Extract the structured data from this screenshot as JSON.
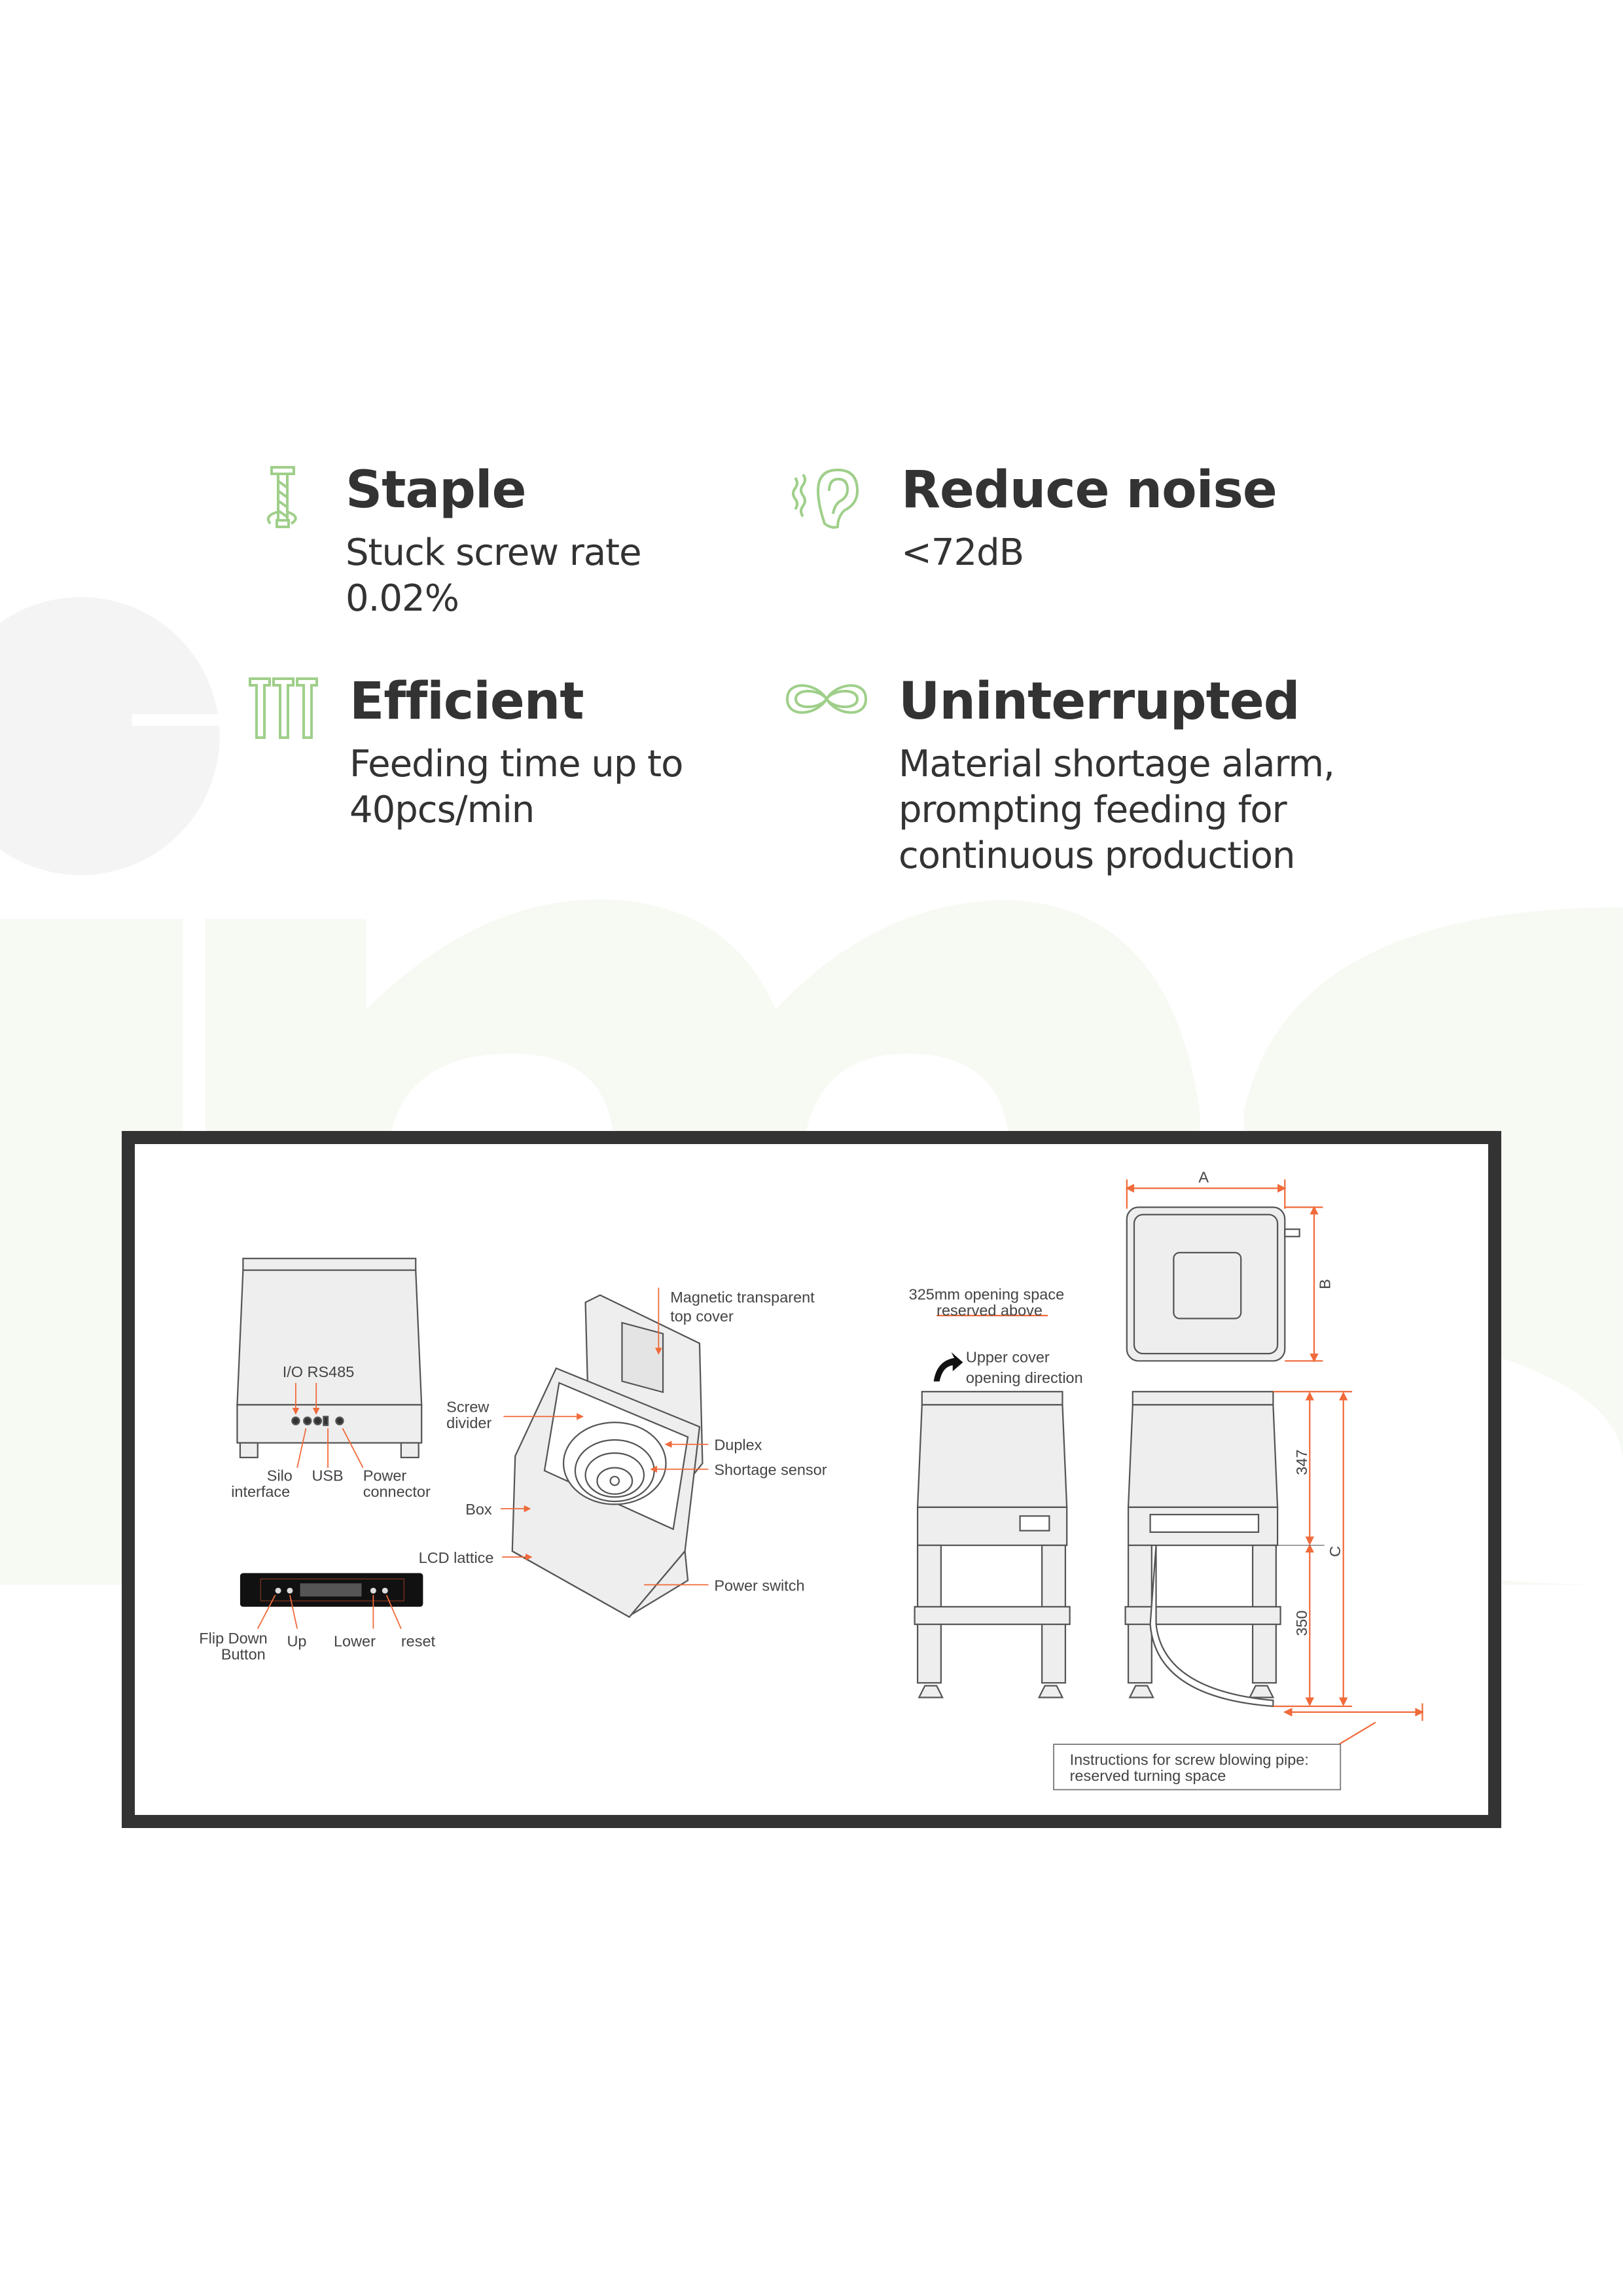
{
  "features": [
    {
      "title": "Staple",
      "desc_lines": [
        "Stuck screw rate",
        "0.02%"
      ],
      "icon": "screw-icon"
    },
    {
      "title": "Reduce noise",
      "desc_lines": [
        "<72dB"
      ],
      "icon": "ear-icon"
    },
    {
      "title": "Efficient",
      "desc_lines": [
        "Feeding time up to",
        "40pcs/min"
      ],
      "icon": "screws-icon"
    },
    {
      "title": "Uninterrupted",
      "desc_lines": [
        "Material shortage alarm,",
        "prompting feeding for",
        "continuous production"
      ],
      "icon": "infinity-icon"
    }
  ],
  "colors": {
    "accent_green": "#9fcf8a",
    "dimension_orange": "#f06a3a",
    "frame": "#333333"
  },
  "diagram": {
    "back_view": {
      "io_label": "I/O  RS485",
      "silo": "Silo",
      "interface": "interface",
      "usb": "USB",
      "power": "Power",
      "connector": "connector"
    },
    "panel": {
      "flip_down": "Flip Down",
      "button": "Button",
      "up": "Up",
      "lower": "Lower",
      "reset": "reset"
    },
    "open_view": {
      "magnetic": "Magnetic transparent",
      "top_cover": "top cover",
      "screw": "Screw",
      "divider": "divider",
      "duplex": "Duplex",
      "shortage": "Shortage sensor",
      "box": "Box",
      "lcd": "LCD lattice",
      "power_switch": "Power switch"
    },
    "dimensions": {
      "opening_space_1": "325mm opening space",
      "opening_space_2": "reserved above",
      "upper_cover_1": "Upper cover",
      "upper_cover_2": "opening direction",
      "a": "A",
      "b": "B",
      "c": "C",
      "h1": "347",
      "h2": "350",
      "instructions_1": "Instructions for screw blowing pipe:",
      "instructions_2": "reserved turning space"
    }
  }
}
